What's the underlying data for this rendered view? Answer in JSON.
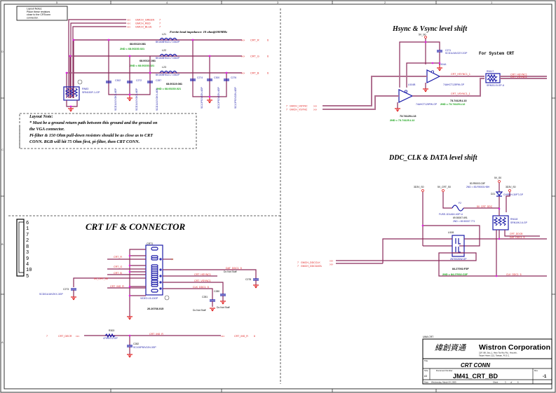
{
  "sheet": {
    "border_cols": [
      "5",
      "4",
      "3",
      "2",
      "1"
    ],
    "border_rows": [
      "D",
      "C",
      "B",
      "A"
    ]
  },
  "layout_notice": {
    "lines": [
      "Layout Notes:",
      "Place these resistors",
      "close to the CRTconn",
      "connector."
    ]
  },
  "rgb_section": {
    "inputs": [
      {
        "net": "GMCH_GREEN",
        "page": "7"
      },
      {
        "net": "GMCH_RED",
        "page": "7"
      },
      {
        "net": "GMCH_BLUE",
        "page": "7"
      }
    ],
    "ferrite_note": "Ferrite bead impedance: 10 ohm@100MHz",
    "inductors": [
      {
        "ref": "L21",
        "part": "BK1608HS121-T-0402P"
      },
      {
        "ref": "L22",
        "part": "BK1608HS121-T-0402P"
      },
      {
        "ref": "L23",
        "part": "BK1608HS121-T-0402P"
      }
    ],
    "outputs": [
      {
        "net": "CRT_R",
        "page": "6"
      },
      {
        "net": "CRT_G",
        "page": "6"
      },
      {
        "net": "CRT_B",
        "page": "6"
      }
    ],
    "part_numbers": [
      {
        "main": "68.00119.081",
        "second": "2ND = 68.00230.021"
      },
      {
        "main": "68.00119.081",
        "second": "2ND = 68.00230.021"
      },
      {
        "main": "68.00119.081",
        "second": "2ND = 68.00230.021"
      }
    ],
    "resistor_network": {
      "ref": "RN83",
      "part": "SRN150F-1-GP"
    },
    "caps_left": [
      {
        "ref": "C302",
        "part": "SCD1U10V2KX-4GP"
      },
      {
        "ref": "C272",
        "part": "SCD1U10V2KX-4GP"
      },
      {
        "ref": "C287",
        "part": "SCD1U10V2KX-4GP"
      }
    ],
    "caps_right": [
      {
        "ref": "C274",
        "part": "SC10P50V2JN-4GP"
      },
      {
        "ref": "C300",
        "part": "SC10P50V2JN-4GP"
      },
      {
        "ref": "C276",
        "part": "SC10P50V2JN-4GP"
      }
    ]
  },
  "layout_note": {
    "title": "Layout Note:",
    "lines": [
      "* Must be a ground return path between this ground and the ground on",
      "the VGA connector.",
      "Pi-filter & 150 Ohm pull-down resistors should be as close as to CRT",
      "CONN. RGB will hit 75 Ohm first, pi-filter, then CRT CONN."
    ]
  },
  "hsync_section": {
    "title": "Hsync & Vsync level shift",
    "supply": "5V_S0",
    "cap": {
      "ref": "C271",
      "part": "SCD1U16V2ZY-2GP"
    },
    "note": "For System CRT",
    "gate_a": {
      "ref": "U104A",
      "part": "74AHCT125PW-GP"
    },
    "gate_b": {
      "ref": "U104B",
      "part": "74AHCT125PW-GP"
    },
    "inputs": [
      {
        "net": "GMCH_HSYNC",
        "page": "7"
      },
      {
        "net": "GMCH_VSYNC",
        "page": "7"
      }
    ],
    "mid_nets": [
      "CRT_HSYNC1_1",
      "CRT_VSYNC1_1"
    ],
    "res_array": {
      "ref": "RN117",
      "part": "SRN33J-5-GP-U"
    },
    "outputs": [
      "CRT_HSYNC1",
      "CRT_VSYNC1"
    ],
    "part_a": {
      "main": "73.74125.L13",
      "second": "2ND = 73.74125.L12"
    },
    "part_b": {
      "main": "73.74125.L13",
      "second": "2ND = 73.74125.L12"
    }
  },
  "ddc_section": {
    "title": "DDC_CLK & DATA level shift",
    "supplies": [
      "3D3V_S0",
      "5V_CRT_S0",
      "5V_S0",
      "3D3V_S0"
    ],
    "diode": {
      "ref": "D21",
      "part": "CH551H-30PT-GP",
      "main": "83.R5003.C8F",
      "second": "2ND = 83.R5003.H8H"
    },
    "fuse": {
      "ref": "F2",
      "part": "FUSE-1D1A6V-4GP-U",
      "main": "69.50007.691",
      "second": "2ND = 69.50007.771"
    },
    "fuse_net": "5V_CRT_DDC",
    "res_array": {
      "ref": "RN118",
      "part": "SRN10KJ-6-GP"
    },
    "ic": {
      "ref": "U108",
      "part": "2N7002DW-GP",
      "main": "84.27002.F3F",
      "second": "2ND = 84.27002.C3F"
    },
    "inputs": [
      {
        "net": "GMCH_DDCCLK",
        "page": "7"
      },
      {
        "net": "GMCH_DDCDATA",
        "page": "7"
      }
    ],
    "outputs": [
      "CRT_DDCB",
      "DAT_DDC1_5",
      "CLK_DDC1_5"
    ]
  },
  "connector_section": {
    "title": "CRT I/F & CONNECTOR",
    "pin_order": [
      "6",
      "1",
      "7",
      "2",
      "8",
      "3",
      "9",
      "4",
      "10",
      "5"
    ],
    "ref": "CRT1",
    "part": "VIDEO-15-13GP",
    "part_number": "20.20766.015",
    "left_nets": [
      "CRT_R",
      "CRT_G",
      "CRT_B",
      "5V_CRT_S0",
      "CRT_INS_R"
    ],
    "right_nets": [
      "DAT_DDC1_5",
      "CRT_HSYNC1",
      "CRT_VSYNC1",
      "CLK_DDC1_5"
    ],
    "cap_left": {
      "ref": "C273",
      "part": "SCD01U16V2KX-3GP"
    },
    "dnp_caps": [
      {
        "ref": "C278",
        "label": "Do Not Stuff"
      },
      {
        "ref": "C280",
        "label": "Do Not Stuff"
      },
      {
        "ref": "C281",
        "label": "Do Not Stuff"
      }
    ]
  },
  "ins_section": {
    "input": {
      "net": "CRT_DECR",
      "page": "7"
    },
    "res": {
      "ref": "R303",
      "part": "470R2J-2-GP"
    },
    "mid_net": "CRT_INS_R",
    "cap": {
      "ref": "C282",
      "part": "SC100P50V2JN-3GP"
    },
    "output": {
      "net": "CRT_INS_R",
      "page": "6"
    }
  },
  "title_block": {
    "tag": "UMA CRT",
    "chinese": "緯創資通",
    "company": "Wistron Corporation",
    "address1": "21F, 88, Sec.1, Hsin Tai Wu Rd., Hsichih,",
    "address2": "Taipei Hsien 221, Taiwan, R.O.C.",
    "title_label": "Title",
    "title": "CRT CONN",
    "size_label": "Size",
    "size": "A3",
    "doc_label": "Document Number",
    "doc": "JM41_CRT_BD",
    "rev_label": "Rev",
    "rev": "-1",
    "date_label": "Date:",
    "date": "Wednesday, March 04, 2009",
    "sheet_label": "Sheet",
    "sheet": "3",
    "of_label": "of",
    "of": "6"
  }
}
